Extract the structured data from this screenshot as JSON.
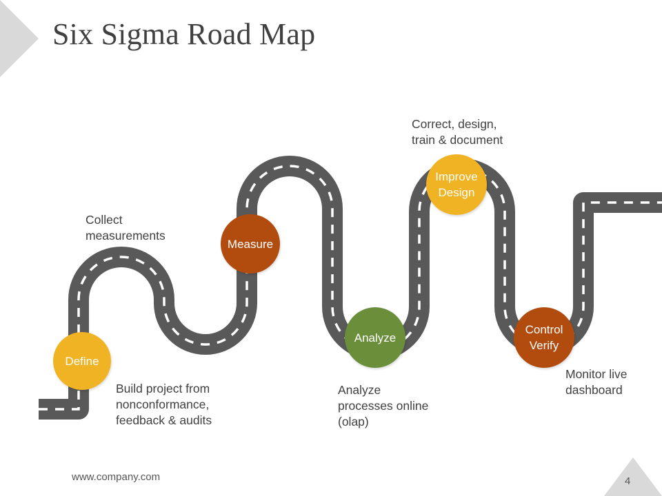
{
  "slide": {
    "title": "Six Sigma Road Map",
    "footer_url": "www.company.com",
    "page_number": "4"
  },
  "colors": {
    "road": "#595959",
    "road_dash": "#ffffff",
    "corner_triangle": "#d9d9d9",
    "text": "#404040",
    "gold": "#f0b323",
    "rust": "#b24c0e",
    "green": "#6a8e3a"
  },
  "milestones": {
    "define": {
      "label": "Define",
      "color": "#f0b323"
    },
    "measure": {
      "label": "Measure",
      "color": "#b24c0e"
    },
    "analyze": {
      "label": "Analyze",
      "color": "#6a8e3a"
    },
    "improve": {
      "label": "Improve\nDesign",
      "color": "#f0b323"
    },
    "control": {
      "label": "Control\nVerify",
      "color": "#b24c0e"
    }
  },
  "notes": {
    "define": "Build project from\nnonconformance,\nfeedback & audits",
    "measure": "Collect\nmeasurements",
    "analyze": "Analyze\nprocesses online\n(olap)",
    "improve": "Correct, design,\ntrain & document",
    "control": "Monitor live\ndashboard"
  }
}
